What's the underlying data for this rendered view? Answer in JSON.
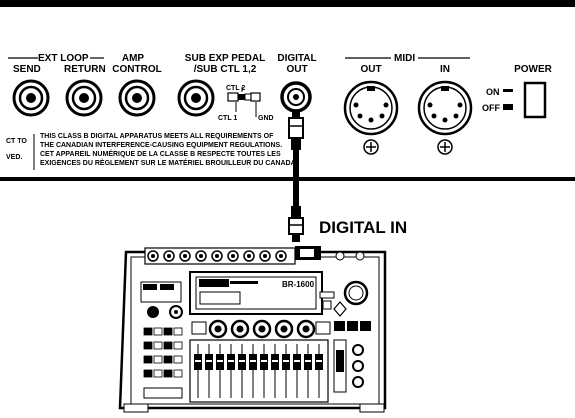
{
  "panel": {
    "ext_loop": "EXT LOOP",
    "send": "SEND",
    "return": "RETURN",
    "amp_line1": "AMP",
    "amp_line2": "CONTROL",
    "subexp_line1": "SUB EXP PEDAL",
    "subexp_line2": "/SUB CTL 1,2",
    "ctl2": "CTL 2",
    "ctl1": "CTL 1",
    "gnd": "GND",
    "digital_line1": "DIGITAL",
    "digital_line2": "OUT",
    "midi": "MIDI",
    "midi_out": "OUT",
    "midi_in": "IN",
    "power": "POWER",
    "on": "ON",
    "off": "OFF",
    "left_cut1": "CT TO",
    "left_cut2": "VED.",
    "notice": [
      "THIS CLASS B DIGITAL APPARATUS MEETS ALL REQUIREMENTS OF",
      "THE CANADIAN INTERFERENCE-CAUSING EQUIPMENT REGULATIONS.",
      "CET APPAREIL NUMÉRIQUE DE LA CLASSE B RESPECTE TOUTES LES",
      "EXIGENCES DU RÈGLEMENT SUR LE MATÉRIEL BROUILLEUR DU CANADA."
    ]
  },
  "connection": {
    "digital_in": "DIGITAL IN"
  },
  "recorder": {
    "model": "BR-1600"
  }
}
